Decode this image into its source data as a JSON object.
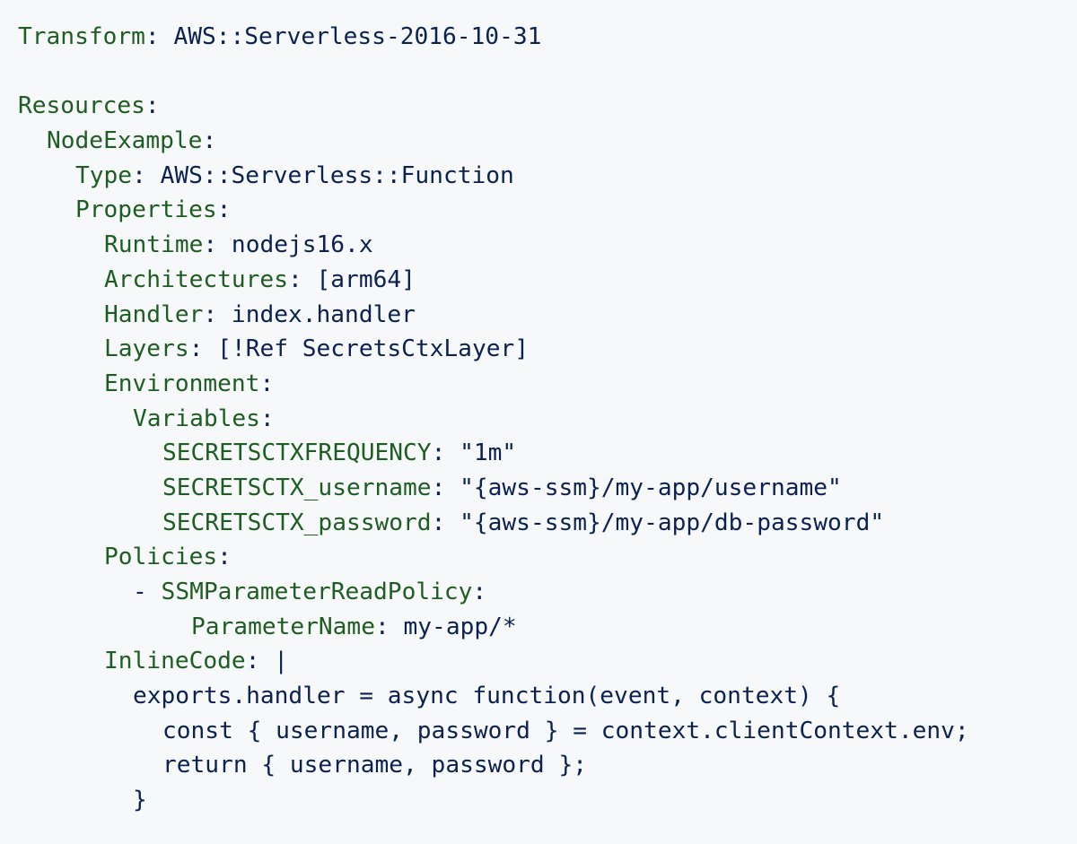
{
  "colors": {
    "background": "#f6f8fa",
    "key": "#1e5d22",
    "value": "#0b2151"
  },
  "lines": [
    {
      "key": "Transform",
      "sep": ": ",
      "value": "AWS::Serverless-2016-10-31"
    },
    {
      "text": ""
    },
    {
      "key": "Resources",
      "sep": ":",
      "value": ""
    },
    {
      "key": "NodeExample",
      "sep": ":",
      "value": ""
    },
    {
      "key": "Type",
      "sep": ": ",
      "value": "AWS::Serverless::Function"
    },
    {
      "key": "Properties",
      "sep": ":",
      "value": ""
    },
    {
      "key": "Runtime",
      "sep": ": ",
      "value": "nodejs16.x"
    },
    {
      "key": "Architectures",
      "sep": ": ",
      "value": "[arm64]"
    },
    {
      "key": "Handler",
      "sep": ": ",
      "value": "index.handler"
    },
    {
      "key": "Layers",
      "sep": ": ",
      "value": "[!Ref SecretsCtxLayer]"
    },
    {
      "key": "Environment",
      "sep": ":",
      "value": ""
    },
    {
      "key": "Variables",
      "sep": ":",
      "value": ""
    },
    {
      "key": "SECRETSCTXFREQUENCY",
      "sep": ": ",
      "value": "\"1m\""
    },
    {
      "key": "SECRETSCTX_username",
      "sep": ": ",
      "value": "\"{aws-ssm}/my-app/username\""
    },
    {
      "key": "SECRETSCTX_password",
      "sep": ": ",
      "value": "\"{aws-ssm}/my-app/db-password\""
    },
    {
      "key": "Policies",
      "sep": ":",
      "value": ""
    },
    {
      "dash": "- ",
      "key": "SSMParameterReadPolicy",
      "sep": ":",
      "value": ""
    },
    {
      "key": "ParameterName",
      "sep": ": ",
      "value": "my-app/*"
    },
    {
      "key": "InlineCode",
      "sep": ": ",
      "value": "|"
    },
    {
      "text": "exports.handler = async function(event, context) {"
    },
    {
      "text": "const { username, password } = context.clientContext.env;"
    },
    {
      "text": "return { username, password };"
    },
    {
      "text": "}"
    }
  ]
}
